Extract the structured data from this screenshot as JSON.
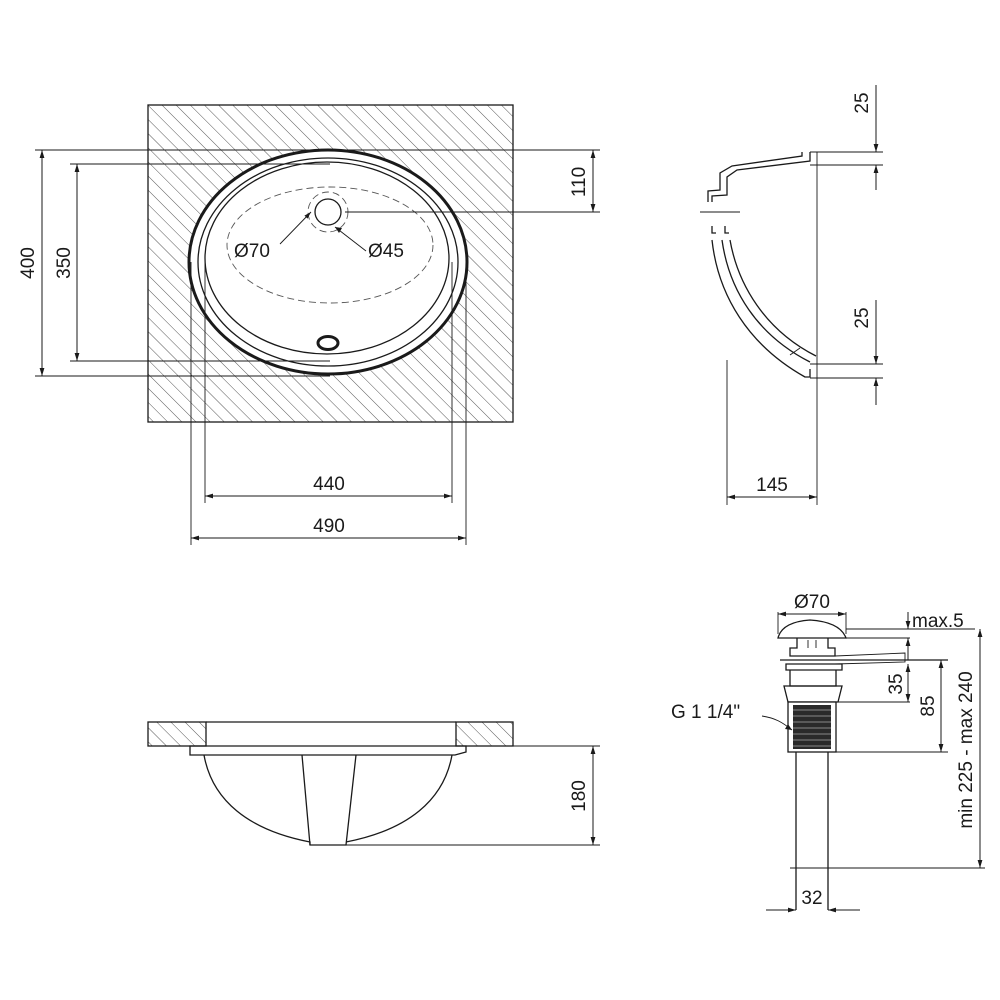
{
  "top_view": {
    "labels": {
      "dia_overflow": "Ø70",
      "dia_tap": "Ø45",
      "width_bowl": "440",
      "width_outer": "490",
      "height_outer": "400",
      "height_bowl": "350",
      "tap_offset": "110"
    }
  },
  "side_view": {
    "labels": {
      "rim_top": "25",
      "rim_bottom": "25",
      "depth": "145"
    }
  },
  "front_view": {
    "labels": {
      "height": "180"
    }
  },
  "drain_view": {
    "labels": {
      "cap_dia": "Ø70",
      "cap_gap": "max.5",
      "thread": "G 1 1/4\"",
      "h_35": "35",
      "h_85": "85",
      "total": "min 225 - max 240",
      "pipe_dia": "32"
    }
  },
  "colors": {
    "line": "#1a1a1a",
    "hatch": "#444444",
    "background": "#ffffff"
  }
}
